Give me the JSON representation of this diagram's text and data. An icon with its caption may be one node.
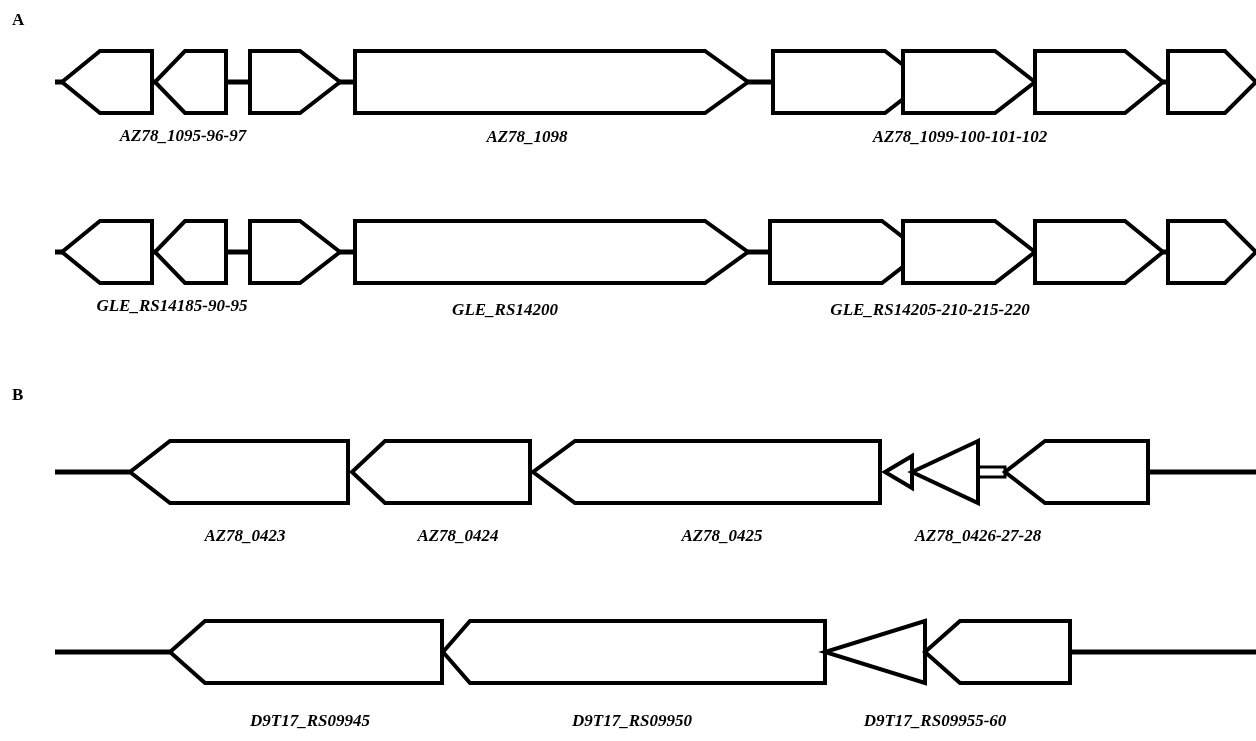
{
  "diagram": {
    "labels": [
      "A",
      "AZ78_1095-96-97",
      "AZ78_1098",
      "AZ78_1099-100-101-102",
      "GLE_RS14185-90-95",
      "GLE_RS14200",
      "GLE_RS14205-210-215-220",
      "B",
      "AZ78_0423",
      "AZ78_0424",
      "AZ78_0425",
      "AZ78_0426-27-28",
      "D9T17_RS09945",
      "D9T17_RS09950",
      "D9T17_RS09955-60"
    ]
  }
}
